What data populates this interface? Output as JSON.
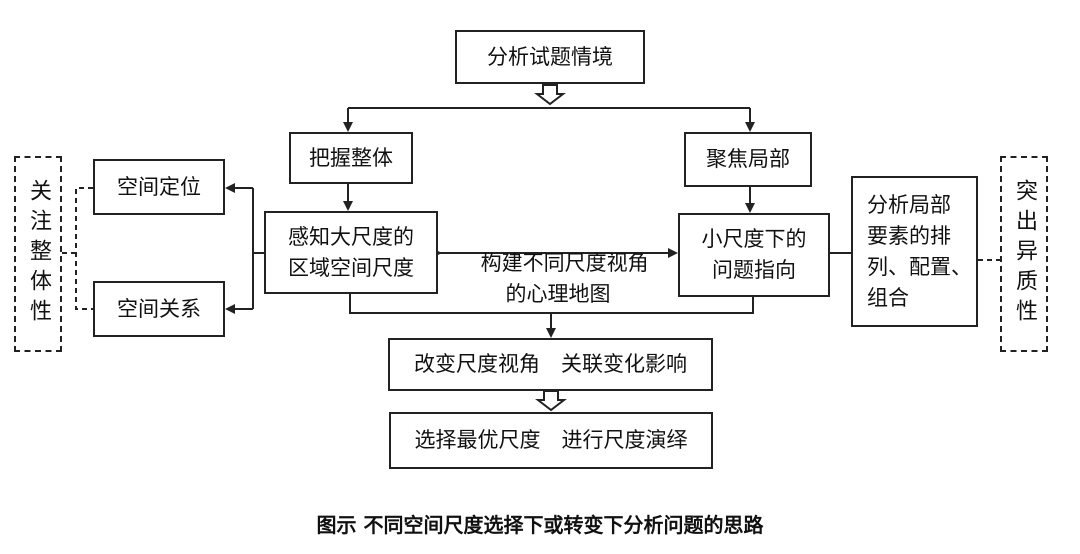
{
  "boxes": {
    "top": "分析试题情境",
    "grasp_whole": "把握整体",
    "focus_local": "聚焦局部",
    "perceive_large": "感知大尺度的\n区域空间尺度",
    "small_scale": "小尺度下的\n问题指向",
    "spatial_position": "空间定位",
    "spatial_relation": "空间关系",
    "analyze_local": "分析局部\n要素的排\n列、配置、\n组合",
    "change_view": "改变尺度视角　关联变化影响",
    "choose_best": "选择最优尺度　进行尺度演绎"
  },
  "side_labels": {
    "left": "关注整体性",
    "right": "突出异质性"
  },
  "middle_label": "构建不同尺度视角\n的心理地图",
  "caption": "图示 不同空间尺度选择下或转变下分析问题的思路"
}
